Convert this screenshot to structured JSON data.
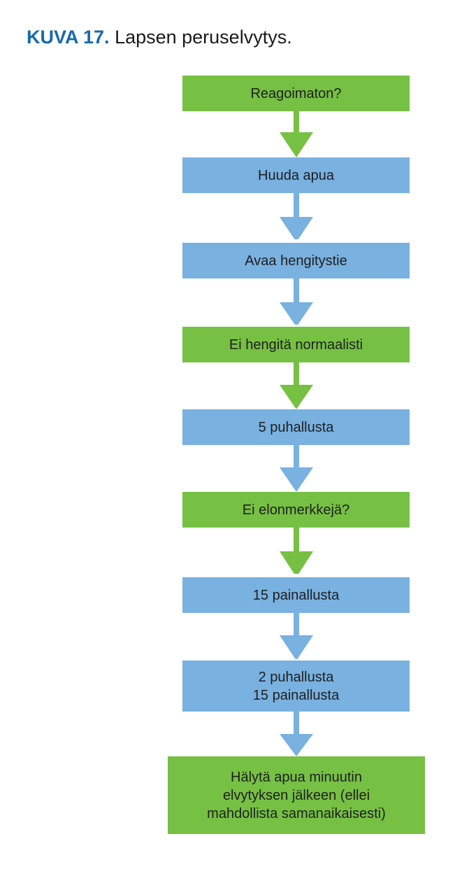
{
  "caption": {
    "label": "KUVA 17.",
    "title": "Lapsen peruselvytys."
  },
  "colors": {
    "green": "#76c043",
    "blue": "#79b1e0",
    "caption_label": "#1768ac"
  },
  "steps": [
    {
      "text": "Reagoimaton?",
      "color": "green"
    },
    {
      "text": "Huuda apua",
      "color": "blue"
    },
    {
      "text": "Avaa hengitystie",
      "color": "blue"
    },
    {
      "text": "Ei hengitä normaalisti",
      "color": "green"
    },
    {
      "text": "5 puhallusta",
      "color": "blue"
    },
    {
      "text": "Ei elonmerkkejä?",
      "color": "green"
    },
    {
      "text": "15 painallusta",
      "color": "blue"
    },
    {
      "text": "2 puhallusta\n15 painallusta",
      "color": "blue"
    },
    {
      "text": "Hälytä apua minuutin\nelvytyksen jälkeen (ellei\nmahdollista samanaikaisesti)",
      "color": "green"
    }
  ]
}
